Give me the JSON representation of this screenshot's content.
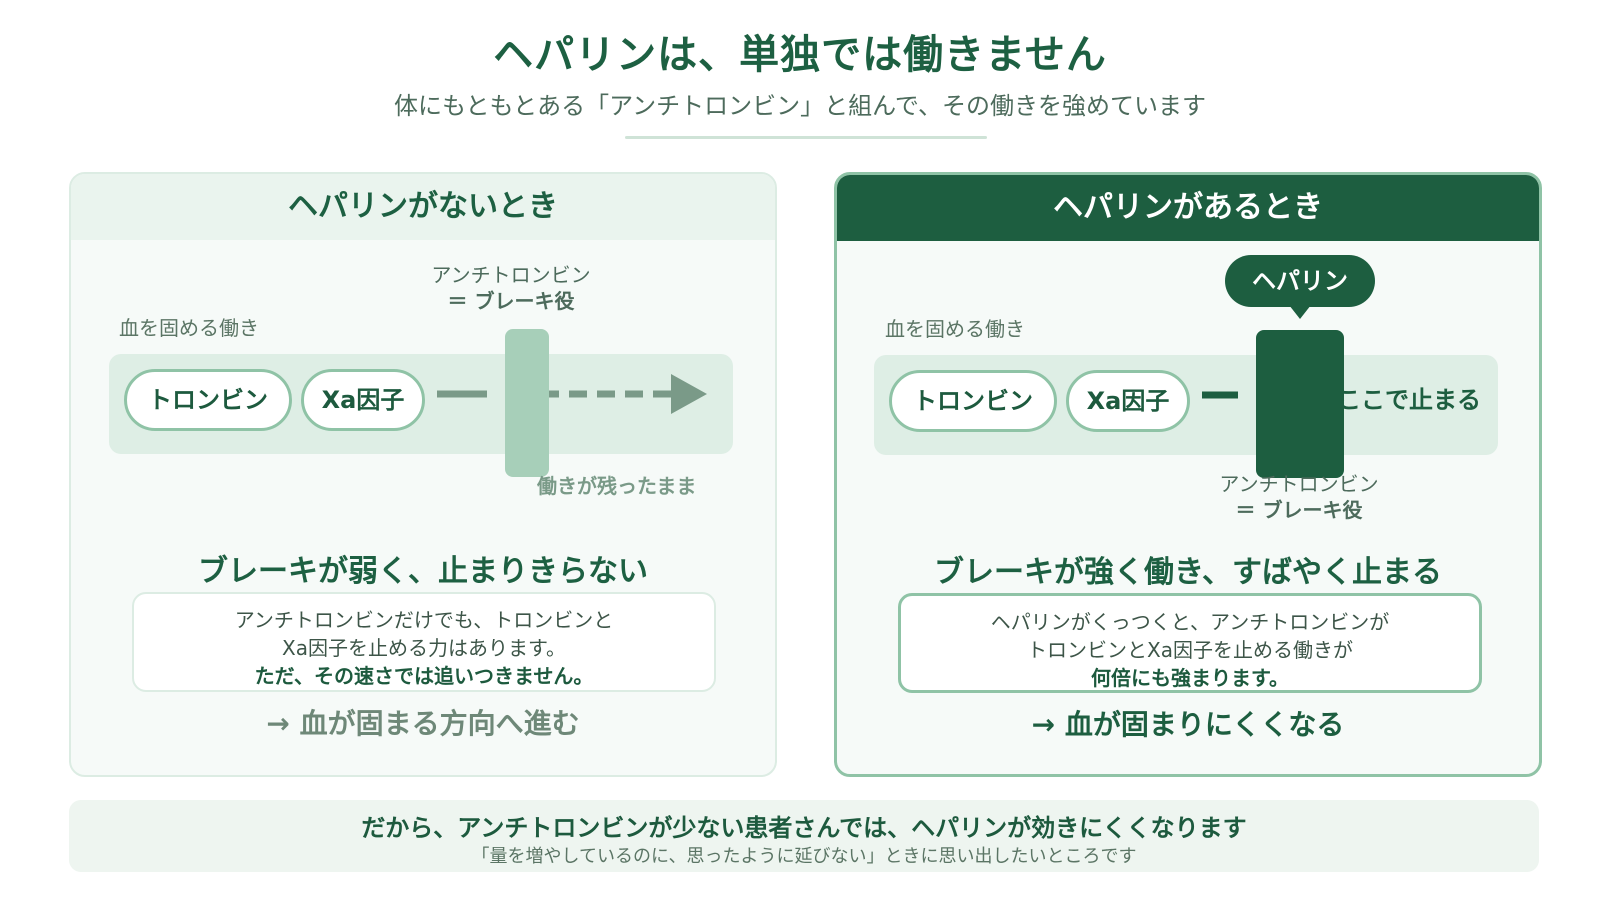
{
  "header": {
    "title": "ヘパリンは、単独では働きません",
    "subtitle": "体にもともとある「アンチトロンビン」と組んで、その働きを強めています"
  },
  "left_panel": {
    "heading": "ヘパリンがないとき",
    "process_label": "血を固める働き",
    "pill_1": "トロンビン",
    "pill_2": "Xa因子",
    "brake_name": "アンチトロンビン",
    "brake_role": "＝ ブレーキ役",
    "remaining": "働きが残ったまま",
    "verdict": "ブレーキが弱く、止まりきらない",
    "note_line1": "アンチトロンビンだけでも、トロンビンと",
    "note_line2": "Xa因子を止める力はあります。",
    "note_line3": "ただ、その速さでは追いつきません。",
    "result": "→ 血が固まる方向へ進む"
  },
  "right_panel": {
    "heading": "ヘパリンがあるとき",
    "heparin_bubble": "ヘパリン",
    "process_label": "血を固める働き",
    "pill_1": "トロンビン",
    "pill_2": "Xa因子",
    "stop_text": "ここで止まる",
    "brake_name": "アンチトロンビン",
    "brake_role": "＝ ブレーキ役",
    "verdict": "ブレーキが強く働き、すばやく止まる",
    "note_line1": "ヘパリンがくっつくと、アンチトロンビンが",
    "note_line2": "トロンビンとXa因子を止める働きが",
    "note_line3": "何倍にも強まります。",
    "result": "→ 血が固まりにくくなる"
  },
  "footer": {
    "main": "だから、アンチトロンビンが少ない患者さんでは、ヘパリンが効きにくくなります",
    "sub": "「量を増やしているのに、思ったように延びない」ときに思い出したいところです"
  },
  "colors": {
    "dark_green": "#1d5e40",
    "light_green": "#a7cfb9",
    "track": "#deeee5",
    "arrow_gray": "#7a9a88"
  }
}
